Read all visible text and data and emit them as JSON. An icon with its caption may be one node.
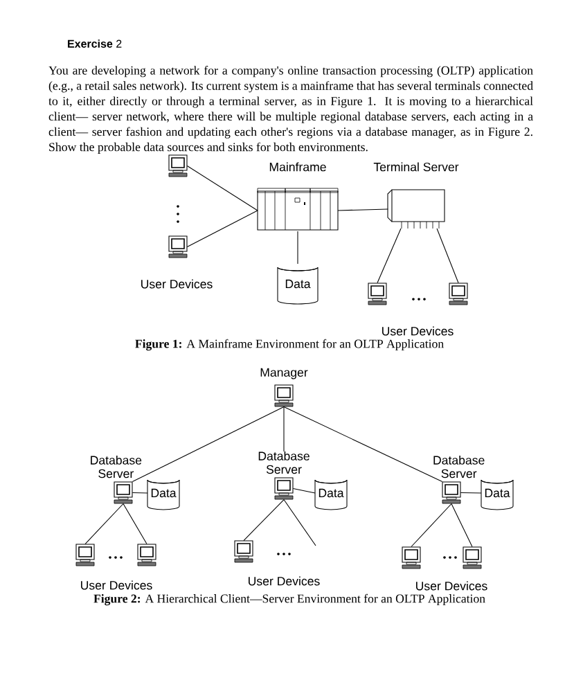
{
  "diagram": {
    "title": "**Exercise** 2",
    "nodes": [
      {
        "text": [],
        "shape": "computer"
      },
      {
        "text": [],
        "shape": "computer"
      },
      {
        "text": [
          "Mainframe"
        ]
      },
      {
        "text": [
          "Data"
        ]
      },
      {
        "text": [
          "Terminal Server"
        ]
      },
      {
        "text": [],
        "shape": "computer"
      },
      {
        "text": [],
        "shape": "computer"
      },
      {
        "text": [
          "Manager"
        ]
      },
      {
        "text": [
          "Database Server"
        ]
      },
      {
        "text": [
          "Data"
        ]
      },
      {
        "text": [
          "Database Server"
        ]
      },
      {
        "text": [
          "Data"
        ]
      },
      {
        "text": [
          "Database Server"
        ]
      },
      {
        "text": [
          "Data"
        ]
      },
      {
        "text": [],
        "shape": "computer"
      },
      {
        "text": [],
        "shape": "computer"
      },
      {
        "text": [],
        "shape": "computer"
      },
      {
        "text": [],
        "shape": "computer"
      },
      {
        "text": [],
        "shape": "computer"
      }
    ],
    "edges": [
      {
        "from": 0,
        "to": 2,
        "arrow": "none"
      },
      {
        "from": 1,
        "to": 2,
        "arrow": "none"
      },
      {
        "from": 2,
        "to": 3,
        "arrow": "none"
      },
      {
        "from": 2,
        "to": 4,
        "arrow": "none"
      },
      {
        "from": 4,
        "to": 5,
        "arrow": "none"
      },
      {
        "from": 4,
        "to": 6,
        "arrow": "none"
      },
      {
        "from": 7,
        "to": 8,
        "arrow": "none"
      },
      {
        "from": 7,
        "to": 10,
        "arrow": "none"
      },
      {
        "from": 7,
        "to": 12,
        "arrow": "none"
      },
      {
        "from": 8,
        "to": 9,
        "arrow": "none"
      },
      {
        "from": 10,
        "to": 11,
        "arrow": "none"
      },
      {
        "from": 12,
        "to": 13,
        "arrow": "none"
      },
      {
        "from": 8,
        "to": 14,
        "arrow": "none"
      },
      {
        "from": 8,
        "to": 15,
        "arrow": "none"
      },
      {
        "from": 10,
        "to": 16,
        "arrow": "none"
      },
      {
        "from": 10,
        "to": null,
        "arrow": "none"
      },
      {
        "from": 12,
        "to": 17,
        "arrow": "none"
      },
      {
        "from": 12,
        "to": 18,
        "arrow": "none"
      }
    ],
    "labels": [
      "You are developing a network for a company's online transaction processing (OLTP) application (e.g., a retail sales network). Its current system is a mainframe that has several terminals connected to it, either directly or through a terminal server, as in Figure 1. It is moving to a hierarchical client— server network, where there will be multiple regional database servers, each acting in a client— server fashion and updating each other's regions via a database manager, as in Figure 2. Show the probable data sources and sinks for both environments.",
      "User Devices",
      "User Devices",
      "**Figure 1:** A Mainframe Environment for an OLTP Application",
      "User Devices",
      "User Devices",
      "User Devices",
      "**Figure 2:** A Hierarchical Client—Server Environment for an OLTP Application"
    ]
  }
}
